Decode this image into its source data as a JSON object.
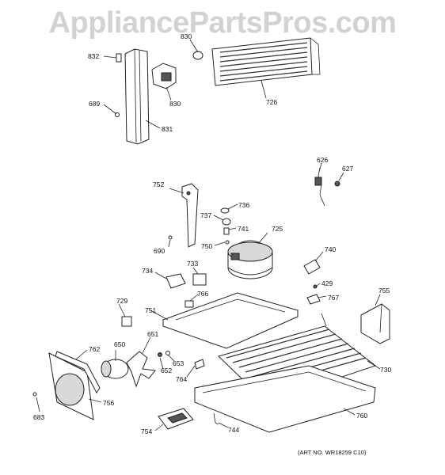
{
  "watermark": "AppliancePartsPros.com",
  "art_number": "(ART NO. WR18259 C10)",
  "labels": {
    "p832": "832",
    "p830a": "830",
    "p830": "830",
    "p726": "726",
    "p689": "689",
    "p831": "831",
    "p626": "626",
    "p627": "627",
    "p752": "752",
    "p736": "736",
    "p737": "737",
    "p741": "741",
    "p725": "725",
    "p750": "750",
    "p690": "690",
    "p733": "733",
    "p740": "740",
    "p734": "734",
    "p766": "766",
    "p429": "429",
    "p767": "767",
    "p729": "729",
    "p751": "751",
    "p755": "755",
    "p651": "651",
    "p762": "762",
    "p650": "650",
    "p653": "653",
    "p652": "652",
    "p764": "764",
    "p730": "730",
    "p756": "756",
    "p683": "683",
    "p754": "754",
    "p744": "744",
    "p760": "760"
  },
  "colors": {
    "watermark": "#d2d2d2",
    "ink": "#222222"
  }
}
